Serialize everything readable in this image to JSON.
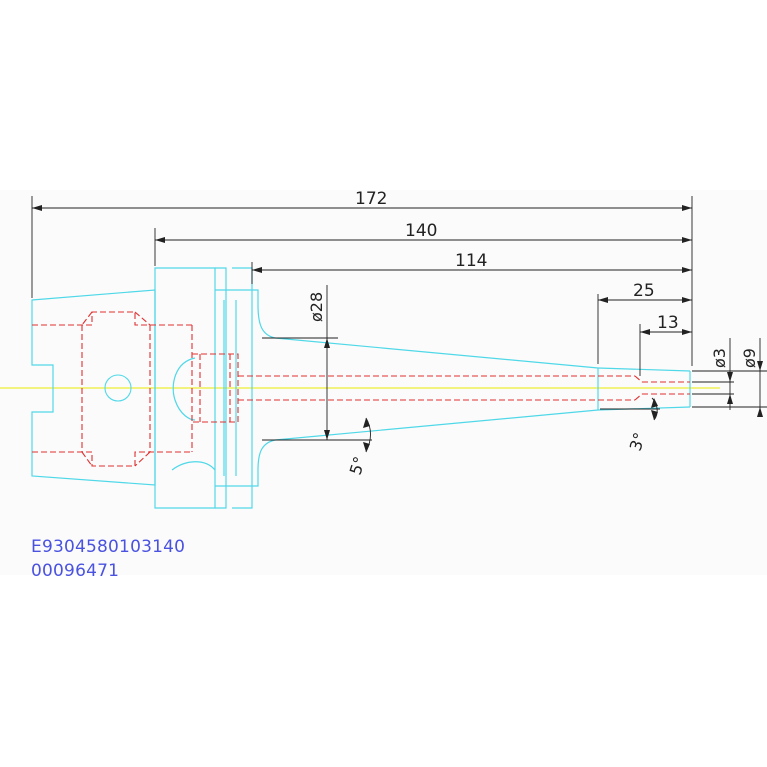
{
  "dimensions": {
    "overall_length": "172",
    "flange_to_tip": "140",
    "gauge_to_tip": "114",
    "nose_length": "25",
    "bore_depth": "13",
    "body_diameter": "ø28",
    "bore_diameter": "ø3",
    "tip_diameter": "ø9",
    "body_taper_angle": "5°",
    "nose_taper_angle": "3°"
  },
  "codes": {
    "part_number": "E9304580103140",
    "serial": "00096471"
  },
  "colors": {
    "outline": "#4fd8e8",
    "hidden": "#e03030",
    "centerline": "#e8e800",
    "dimension": "#222222",
    "code_text": "#4a52e0"
  }
}
